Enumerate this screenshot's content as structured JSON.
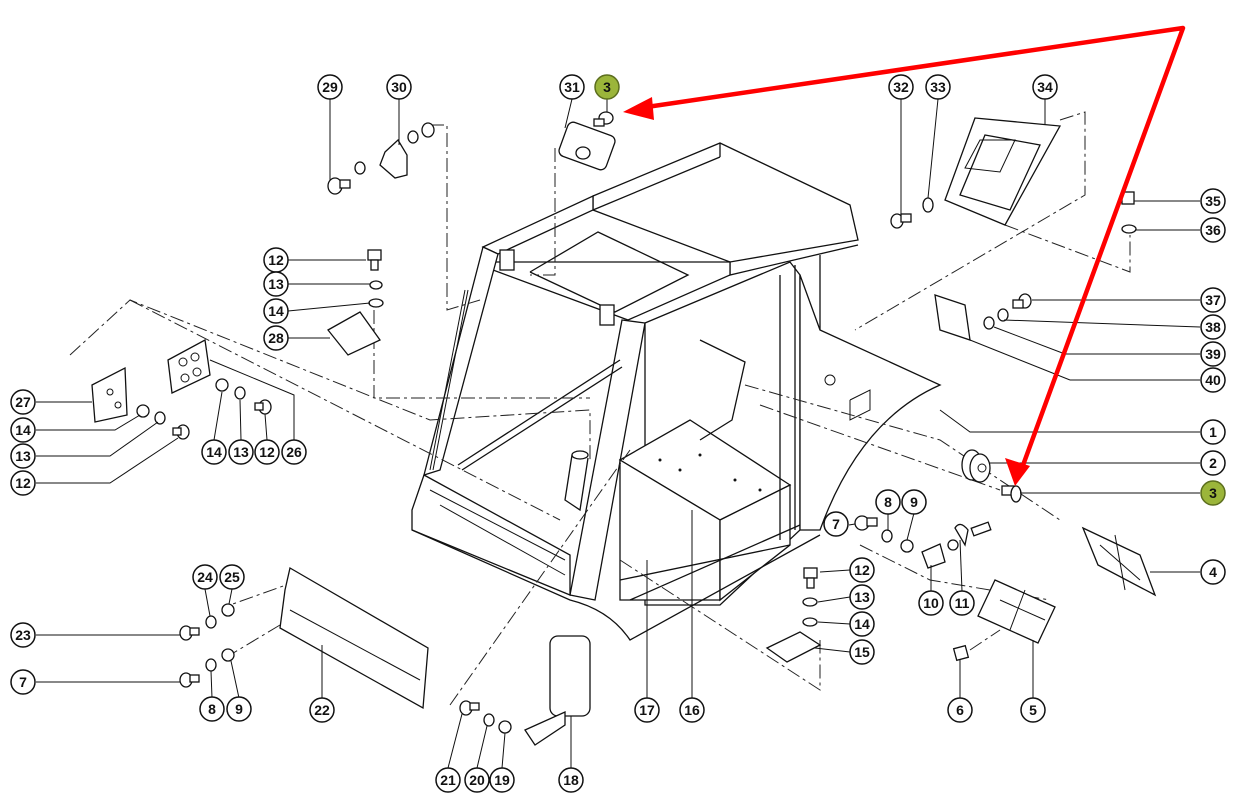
{
  "diagram": {
    "title": "Cab frame exploded parts diagram",
    "highlight_color": "#9bb53a",
    "arrow_color": "#ff0000",
    "highlighted_part": "3",
    "callouts": [
      {
        "id": "c1",
        "label": "1",
        "highlighted": false
      },
      {
        "id": "c2",
        "label": "2",
        "highlighted": false
      },
      {
        "id": "c3a",
        "label": "3",
        "highlighted": true
      },
      {
        "id": "c3b",
        "label": "3",
        "highlighted": true
      },
      {
        "id": "c4",
        "label": "4",
        "highlighted": false
      },
      {
        "id": "c5",
        "label": "5",
        "highlighted": false
      },
      {
        "id": "c6",
        "label": "6",
        "highlighted": false
      },
      {
        "id": "c7a",
        "label": "7",
        "highlighted": false
      },
      {
        "id": "c7b",
        "label": "7",
        "highlighted": false
      },
      {
        "id": "c8a",
        "label": "8",
        "highlighted": false
      },
      {
        "id": "c8b",
        "label": "8",
        "highlighted": false
      },
      {
        "id": "c9a",
        "label": "9",
        "highlighted": false
      },
      {
        "id": "c9b",
        "label": "9",
        "highlighted": false
      },
      {
        "id": "c10",
        "label": "10",
        "highlighted": false
      },
      {
        "id": "c11",
        "label": "11",
        "highlighted": false
      },
      {
        "id": "c12a",
        "label": "12",
        "highlighted": false
      },
      {
        "id": "c12b",
        "label": "12",
        "highlighted": false
      },
      {
        "id": "c12c",
        "label": "12",
        "highlighted": false
      },
      {
        "id": "c12d",
        "label": "12",
        "highlighted": false
      },
      {
        "id": "c13a",
        "label": "13",
        "highlighted": false
      },
      {
        "id": "c13b",
        "label": "13",
        "highlighted": false
      },
      {
        "id": "c13c",
        "label": "13",
        "highlighted": false
      },
      {
        "id": "c13d",
        "label": "13",
        "highlighted": false
      },
      {
        "id": "c14a",
        "label": "14",
        "highlighted": false
      },
      {
        "id": "c14b",
        "label": "14",
        "highlighted": false
      },
      {
        "id": "c14c",
        "label": "14",
        "highlighted": false
      },
      {
        "id": "c14d",
        "label": "14",
        "highlighted": false
      },
      {
        "id": "c15",
        "label": "15",
        "highlighted": false
      },
      {
        "id": "c16",
        "label": "16",
        "highlighted": false
      },
      {
        "id": "c17",
        "label": "17",
        "highlighted": false
      },
      {
        "id": "c18",
        "label": "18",
        "highlighted": false
      },
      {
        "id": "c19",
        "label": "19",
        "highlighted": false
      },
      {
        "id": "c20",
        "label": "20",
        "highlighted": false
      },
      {
        "id": "c21",
        "label": "21",
        "highlighted": false
      },
      {
        "id": "c22",
        "label": "22",
        "highlighted": false
      },
      {
        "id": "c23",
        "label": "23",
        "highlighted": false
      },
      {
        "id": "c24",
        "label": "24",
        "highlighted": false
      },
      {
        "id": "c25",
        "label": "25",
        "highlighted": false
      },
      {
        "id": "c26",
        "label": "26",
        "highlighted": false
      },
      {
        "id": "c27",
        "label": "27",
        "highlighted": false
      },
      {
        "id": "c28",
        "label": "28",
        "highlighted": false
      },
      {
        "id": "c29",
        "label": "29",
        "highlighted": false
      },
      {
        "id": "c30",
        "label": "30",
        "highlighted": false
      },
      {
        "id": "c31",
        "label": "31",
        "highlighted": false
      },
      {
        "id": "c32",
        "label": "32",
        "highlighted": false
      },
      {
        "id": "c33",
        "label": "33",
        "highlighted": false
      },
      {
        "id": "c34",
        "label": "34",
        "highlighted": false
      },
      {
        "id": "c35",
        "label": "35",
        "highlighted": false
      },
      {
        "id": "c36",
        "label": "36",
        "highlighted": false
      },
      {
        "id": "c37",
        "label": "37",
        "highlighted": false
      },
      {
        "id": "c38",
        "label": "38",
        "highlighted": false
      },
      {
        "id": "c39",
        "label": "39",
        "highlighted": false
      },
      {
        "id": "c40",
        "label": "40",
        "highlighted": false
      }
    ]
  }
}
